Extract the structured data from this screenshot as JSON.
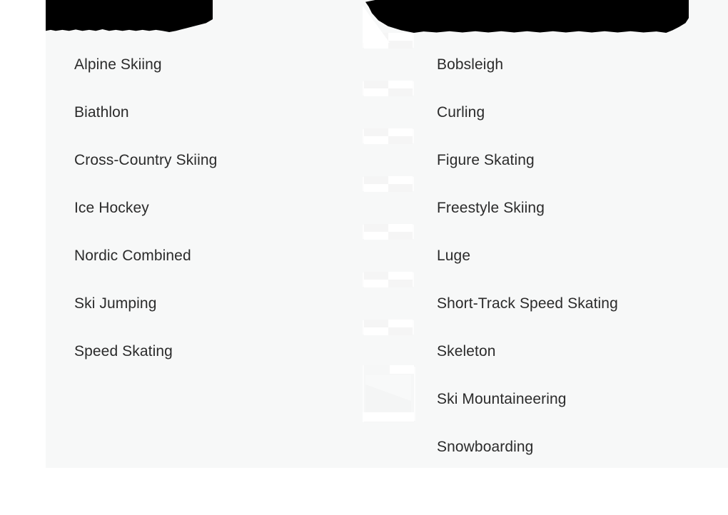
{
  "page": {
    "background_color": "#ffffff",
    "panel_color": "#f7f8f8",
    "text_color": "#2b2b2b",
    "redaction_color": "#000000"
  },
  "headers": {
    "left": {
      "label": "",
      "redacted": true,
      "redaction_name": "black-bar"
    },
    "right": {
      "label": "",
      "redacted": true,
      "redaction_name": "black-bar"
    }
  },
  "columns": {
    "left": {
      "items": [
        {
          "label": "Alpine Skiing"
        },
        {
          "label": "Biathlon"
        },
        {
          "label": "Cross-Country Skiing"
        },
        {
          "label": "Ice Hockey"
        },
        {
          "label": "Nordic Combined"
        },
        {
          "label": "Ski Jumping"
        },
        {
          "label": "Speed Skating"
        }
      ]
    },
    "right": {
      "items": [
        {
          "label": "Bobsleigh"
        },
        {
          "label": "Curling"
        },
        {
          "label": "Figure Skating"
        },
        {
          "label": "Freestyle Skiing"
        },
        {
          "label": "Luge"
        },
        {
          "label": "Short-Track Speed Skating"
        },
        {
          "label": "Skeleton"
        },
        {
          "label": "Ski Mountaineering"
        },
        {
          "label": "Snowboarding"
        }
      ]
    }
  },
  "middle_marks": {
    "description": "faint light-gray and white checker remnants between the two columns",
    "count": 7
  }
}
